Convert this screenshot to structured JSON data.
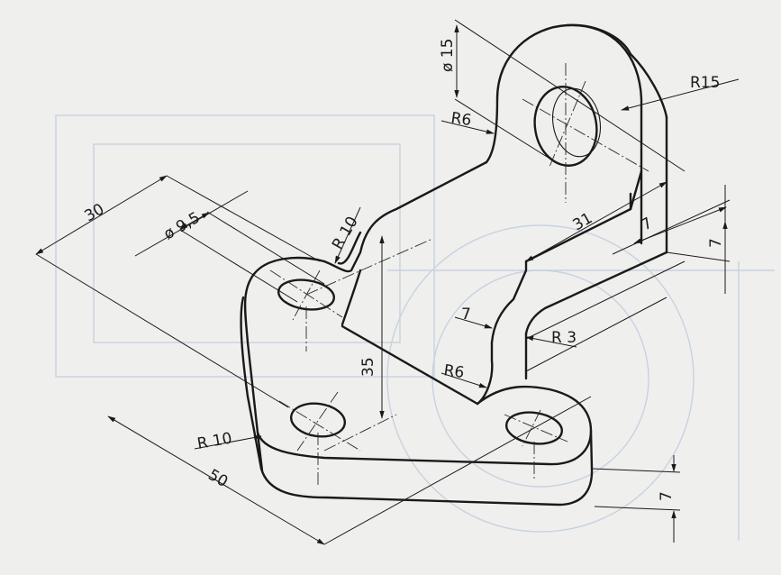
{
  "dimensions": {
    "d15": "ø 15",
    "r15": "R15",
    "r6_top": "R6",
    "r10_top": "R 10",
    "d9_5": "ø 9,5",
    "d30": "30",
    "d31": "31",
    "d7_right_a": "7",
    "d7_right_b": "7",
    "d7_mid": "7",
    "r3": "R 3",
    "d35": "35",
    "r6_mid": "R6",
    "r10_bottom": "R 10",
    "d50": "50",
    "d7_bottom": "7"
  },
  "colors": {
    "line": "#1a1a1a",
    "paper": "#efefed",
    "bleed_through": "#c8d2e0"
  }
}
